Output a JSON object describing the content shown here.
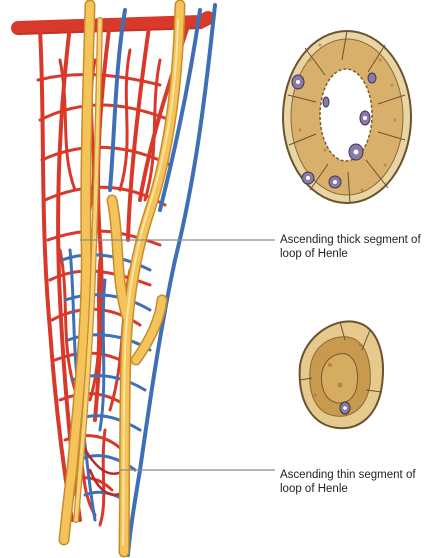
{
  "labels": {
    "thick": {
      "line1": "Ascending thick segment of",
      "line2": "loop of Henle"
    },
    "thin": {
      "line1": "Ascending thin segment of",
      "line2": "loop of Henle"
    }
  },
  "colors": {
    "artery": "#d8392b",
    "vein": "#3f6fb5",
    "tubule": "#f4c35a",
    "tubule_edge": "#c98c2a",
    "cell_tan": "#d9b470",
    "nucleus": "#8a7aa8",
    "leader_line": "#888888"
  },
  "icons": [
    "loop-of-henle-illustration",
    "thick-segment-cross-section",
    "thin-segment-cross-section"
  ]
}
